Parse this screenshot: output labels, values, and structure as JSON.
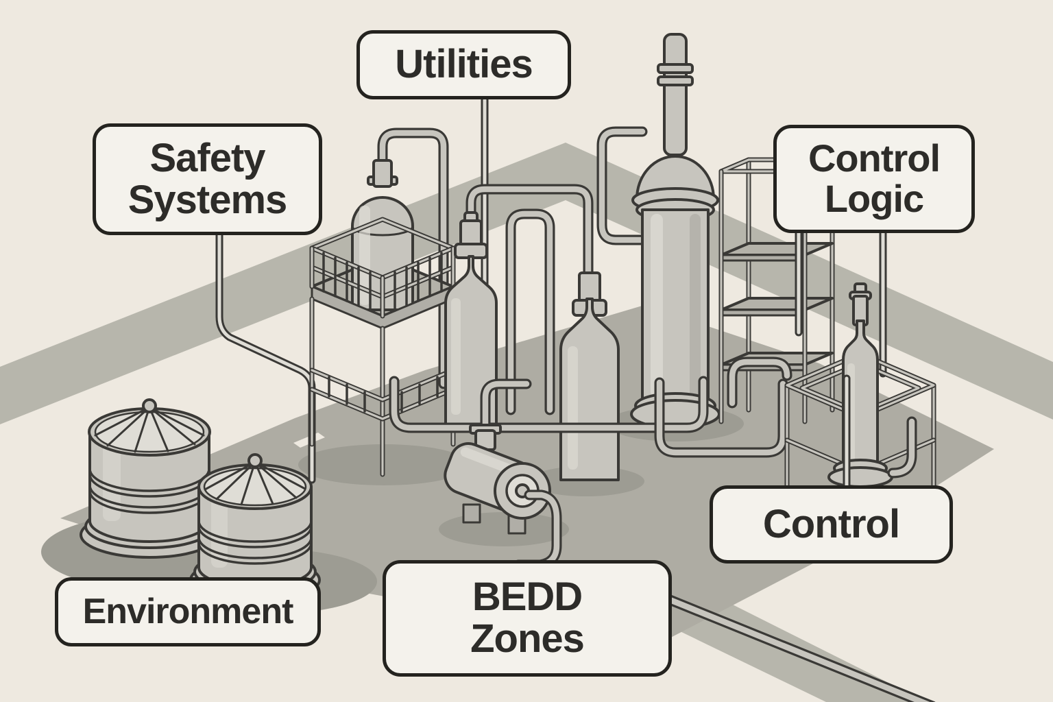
{
  "signs": {
    "safety_systems": {
      "line1": "Safety",
      "line2": "Systems"
    },
    "utilities": {
      "line1": "Utilities"
    },
    "control_logic": {
      "line1": "Control",
      "line2": "Logic"
    },
    "control": {
      "line1": "Control"
    },
    "environment": {
      "line1": "Environment"
    },
    "bedd_zones": {
      "line1": "BEDD",
      "line2": "Zones"
    }
  },
  "colors": {
    "background": "#eee9e0",
    "road": "#b7b6ac",
    "pad": "#aeaca3",
    "shadow": "#9d9c93",
    "equipment_fill": "#c7c5be",
    "equipment_dark": "#b0aea7",
    "equipment_light": "#dfddd6",
    "outline": "#3a3936",
    "sign_fill": "#f4f2ec",
    "sign_border": "#24231f",
    "sign_text": "#2d2c29"
  }
}
